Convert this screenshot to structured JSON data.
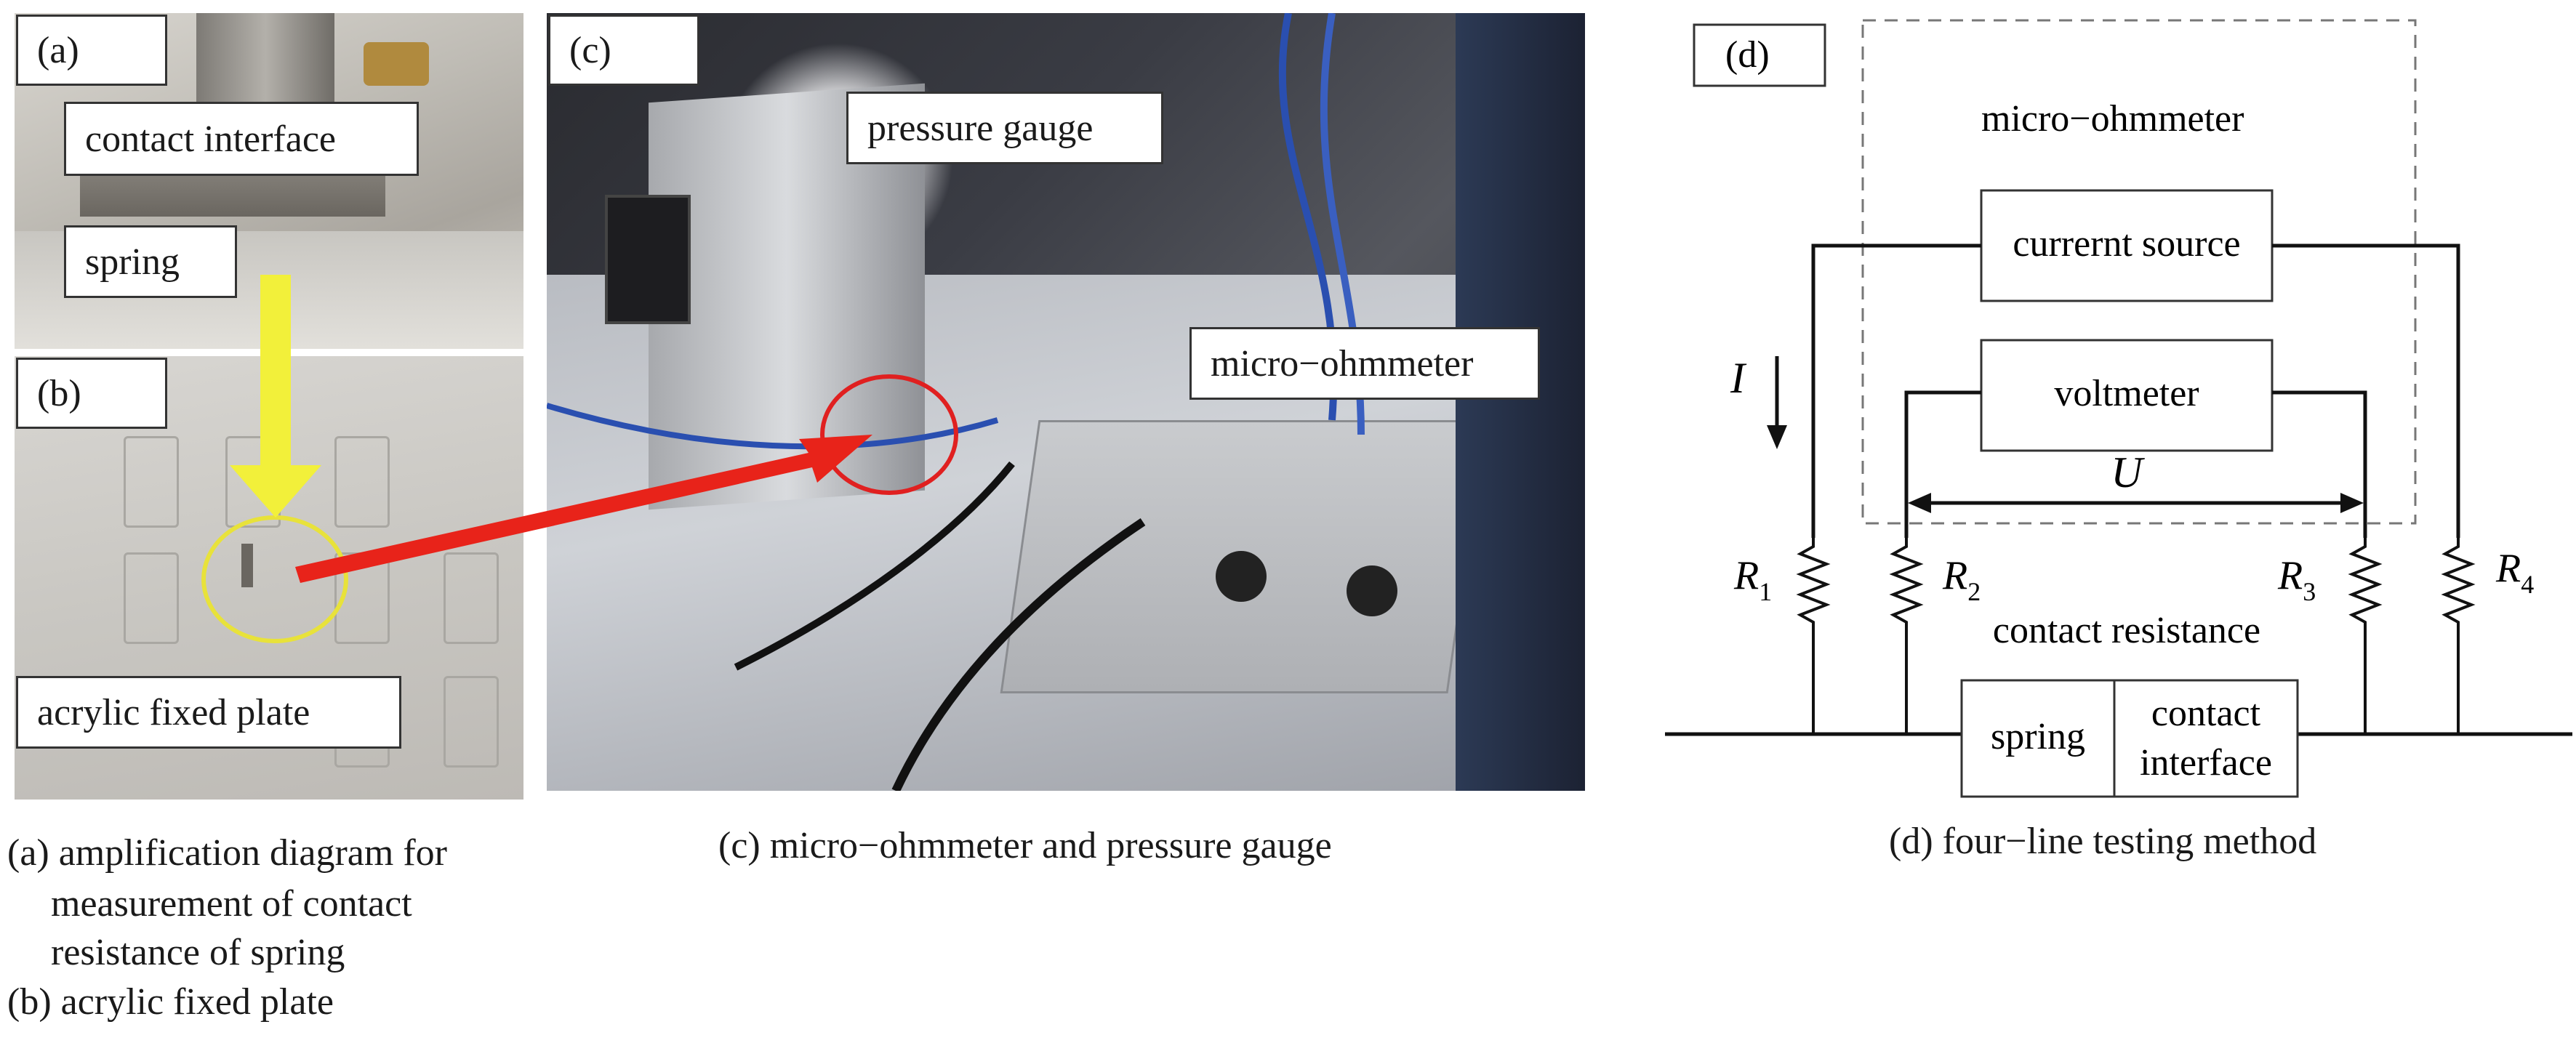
{
  "panels": {
    "a": {
      "tag": "(a)",
      "labels": {
        "contact_interface": "contact interface",
        "spring": "spring"
      }
    },
    "b": {
      "tag": "(b)",
      "labels": {
        "acrylic_fixed_plate": "acrylic fixed plate"
      }
    },
    "c": {
      "tag": "(c)",
      "labels": {
        "pressure_gauge": "pressure gauge",
        "micro_ohmmeter": "micro−ohmmeter"
      }
    },
    "d": {
      "tag": "(d)",
      "micro_ohmmeter": "micro−ohmmeter",
      "current_source": "currernt source",
      "voltmeter": "voltmeter",
      "current_symbol": "I",
      "voltage_symbol": "U",
      "resistors": [
        {
          "symbol": "R",
          "sub": "1"
        },
        {
          "symbol": "R",
          "sub": "2"
        },
        {
          "symbol": "R",
          "sub": "3"
        },
        {
          "symbol": "R",
          "sub": "4"
        }
      ],
      "contact_resistance": "contact resistance",
      "spring": "spring",
      "contact_interface_line1": "contact",
      "contact_interface_line2": "interface"
    }
  },
  "captions": {
    "a_line1": "(a)  amplification diagram for",
    "a_line2": "measurement of contact",
    "a_line3": "resistance of spring",
    "b": "(b) acrylic fixed plate",
    "c": "(c)  micro−ohmmeter and pressure gauge",
    "d": "(d) four−line testing method"
  },
  "colors": {
    "yellow_arrow": "#f2f03a",
    "red_arrow": "#e8231a",
    "yellow_circle": "#e8e23a",
    "red_circle": "#e02020",
    "dashed_box": "#777777"
  }
}
